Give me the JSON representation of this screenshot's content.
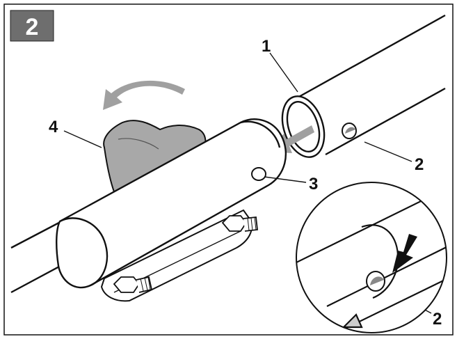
{
  "figure": {
    "step_number": "2",
    "step_badge_color": "#6e6e6e",
    "arrow_color": "#9a9a9a",
    "knob_color": "#a8a8a8",
    "line_color": "#111111",
    "callouts": [
      {
        "id": "tube-end",
        "label": "1"
      },
      {
        "id": "tube-pin",
        "label": "2"
      },
      {
        "id": "clamp-hole",
        "label": "3"
      },
      {
        "id": "knob",
        "label": "4"
      },
      {
        "id": "detail-pin",
        "label": "2"
      }
    ],
    "icons": [
      "rotate-arrow-icon",
      "insert-arrow-icon",
      "detail-press-arrow-icon"
    ]
  }
}
